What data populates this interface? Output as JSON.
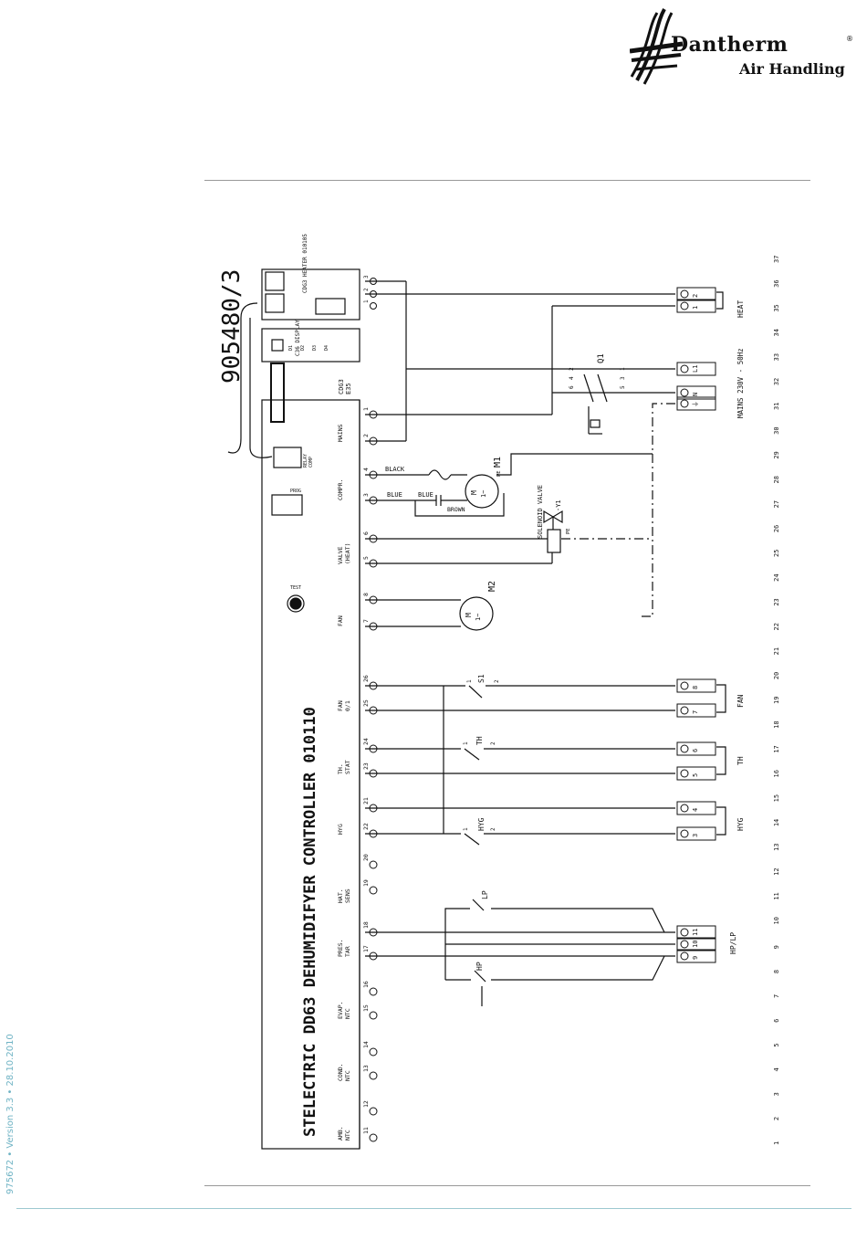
{
  "header": {
    "brand": "Dantherm",
    "registered": "®",
    "subbrand": "Air Handling"
  },
  "footer": {
    "version": "975672 • Version 3.3 • 28.10.2010"
  },
  "diagram": {
    "drawing_number": "905480/3",
    "controller_title": "STELECTRIC DD63 DEHUMIDIFYER CONTROLLER 010110",
    "heater_module": "CDG3 HEATER 010105",
    "display_module": "C36 DISPLAY",
    "display_leds": [
      "D1",
      "D2",
      "D3",
      "D4"
    ],
    "board_ref": "CDG3\nE35",
    "board_ref_line1": "CDG3",
    "board_ref_line2": "E35",
    "relay_label": "RELAY\nCOMP",
    "relay_line1": "RELAY",
    "relay_line2": "COMP",
    "prog_label": "PROG",
    "test_label": "TEST",
    "groups": [
      {
        "label1": "MAINS",
        "label2": ""
      },
      {
        "label1": "COMPR.",
        "label2": ""
      },
      {
        "label1": "VALVE",
        "label2": "(HEAT)"
      },
      {
        "label1": "FAN",
        "label2": ""
      },
      {
        "label1": "FAN",
        "label2": "0/1"
      },
      {
        "label1": "TH.",
        "label2": "STAT"
      },
      {
        "label1": "HYG",
        "label2": ""
      },
      {
        "label1": "HAT.",
        "label2": "SENS"
      },
      {
        "label1": "PRES.",
        "label2": "TAR"
      },
      {
        "label1": "EVAP.",
        "label2": "NTC"
      },
      {
        "label1": "COND.",
        "label2": "NTC"
      },
      {
        "label1": "AMB.",
        "label2": "NTC"
      }
    ],
    "terminal_numbers": [
      "1",
      "2",
      "4",
      "3",
      "6",
      "5",
      "8",
      "7",
      "26",
      "25",
      "24",
      "23",
      "21",
      "22",
      "20",
      "19",
      "18",
      "17",
      "16",
      "15",
      "14",
      "13",
      "12",
      "11"
    ],
    "heater_terminals": [
      "3",
      "2",
      "1"
    ],
    "wire_labels": {
      "black": "BLACK",
      "blue1": "BLUE",
      "blue2": "BLUE",
      "brown": "BROWN",
      "pe1": "PE",
      "pe2": "PE"
    },
    "motor1": "M1",
    "motor2": "M2",
    "motor_phase": "1~",
    "motor_letter": "M",
    "solenoid": "SOLENOID VALVE",
    "solenoid_ref": "-Y1",
    "breaker": "Q1",
    "breaker_pins": [
      "2",
      "4",
      "6",
      "1",
      "3",
      "5"
    ],
    "switches": {
      "s1": "S1",
      "th": "TH",
      "hyg": "HYG",
      "lp": "LP",
      "hp": "HP"
    },
    "switch_pin1": "1",
    "switch_pin2": "2",
    "terminal_blocks": {
      "heat": {
        "label": "HEAT",
        "pins": [
          "2",
          "1"
        ]
      },
      "mains": {
        "label": "MAINS 230V - 50Hz",
        "pins": [
          "L1",
          "N",
          "⏚"
        ]
      },
      "fan": {
        "label": "FAN",
        "pins": [
          "8",
          "7"
        ]
      },
      "th": {
        "label": "TH",
        "pins": [
          "6",
          "5"
        ]
      },
      "hyg": {
        "label": "HYG",
        "pins": [
          "4",
          "3"
        ]
      },
      "hplp": {
        "label": "HP/LP",
        "pins": [
          "11",
          "10",
          "9"
        ]
      }
    },
    "grid_numbers": [
      "37",
      "36",
      "35",
      "34",
      "33",
      "32",
      "31",
      "30",
      "29",
      "28",
      "27",
      "26",
      "25",
      "24",
      "23",
      "22",
      "21",
      "20",
      "19",
      "18",
      "17",
      "16",
      "15",
      "14",
      "13",
      "12",
      "11",
      "10",
      "9",
      "8",
      "7",
      "6",
      "5",
      "4",
      "3",
      "2",
      "1"
    ]
  }
}
